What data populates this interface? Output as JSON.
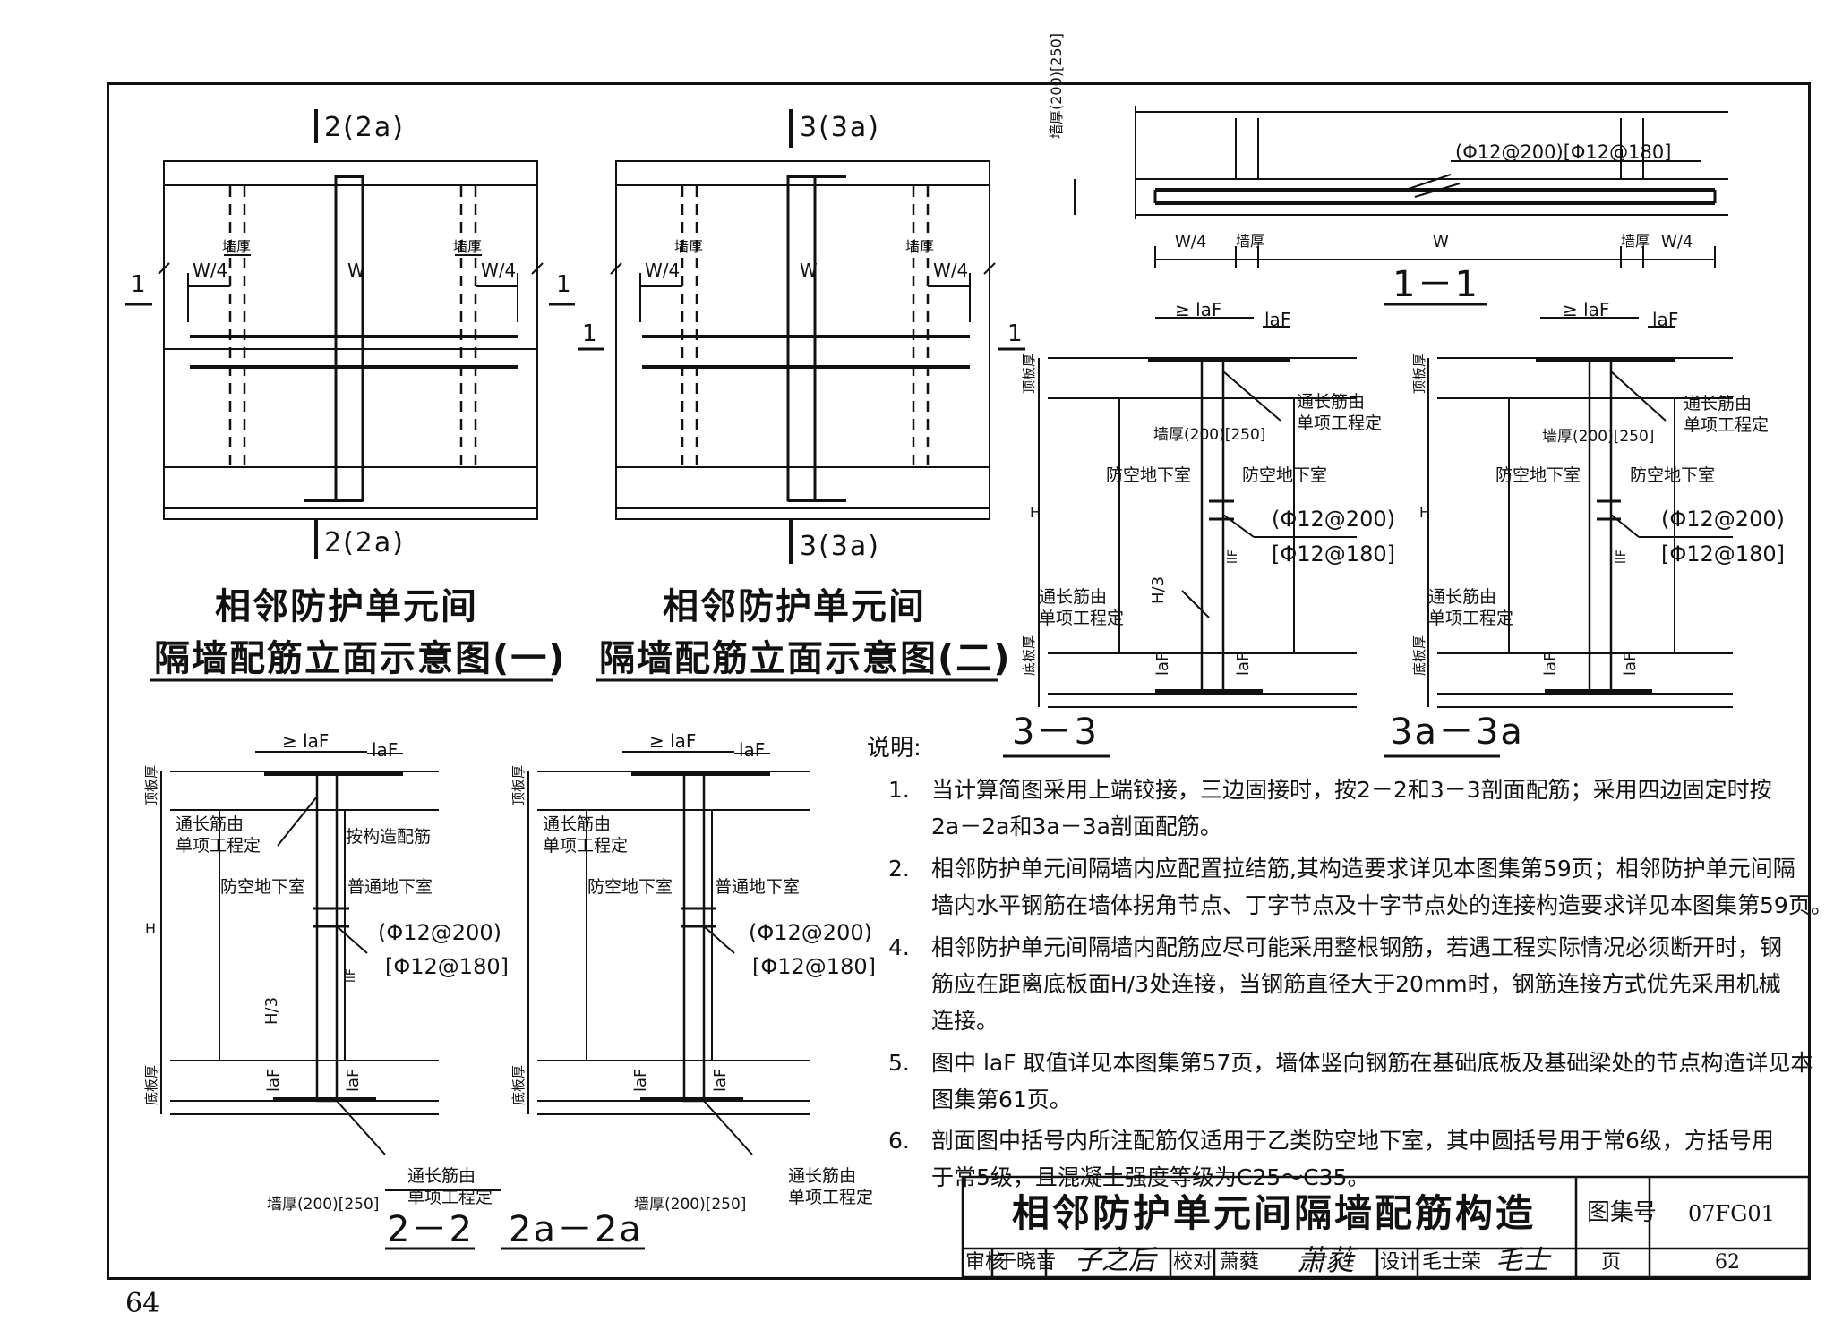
{
  "page_number": "64",
  "elevations": {
    "one": {
      "cut_top": "2(2a)",
      "cut_bottom": "2(2a)",
      "cut_side": "1",
      "dim_left": "W/4",
      "dim_mid": "W",
      "dim_right": "W/4",
      "wall": "墙厚",
      "title1": "相邻防护单元间",
      "title2": "隔墙配筋立面示意图(一)"
    },
    "two": {
      "cut_top": "3(3a)",
      "cut_bottom": "3(3a)",
      "cut_side": "1",
      "dim_left": "W/4",
      "dim_mid": "W",
      "dim_right": "W/4",
      "wall": "墙厚",
      "title1": "相邻防护单元间",
      "title2": "隔墙配筋立面示意图(二)"
    }
  },
  "section_1_1": {
    "name": "1－1",
    "rebar": "(Φ12@200)[Φ12@180]",
    "side": "墙厚(200)[250]",
    "dims": [
      "W/4",
      "墙厚",
      "W",
      "墙厚",
      "W/4"
    ]
  },
  "sections": {
    "s3": {
      "name": "3－3",
      "top": "顶板厚",
      "bottom": "底板厚",
      "h": "H",
      "h3": "H/3",
      "llf": "llF",
      "laf": "laF",
      "ge_laf": "≥ laF",
      "laf_top": "laF",
      "tongchang": "通长筋由",
      "danxiang": "单项工程定",
      "wall": "墙厚(200)[250]",
      "left_room": "防空地下室",
      "right_room": "防空地下室",
      "r1": "(Φ12@200)",
      "r2": "[Φ12@180]"
    },
    "s3a": {
      "name": "3a－3a",
      "top": "顶板厚",
      "bottom": "底板厚",
      "h": "H",
      "llf": "llF",
      "laf": "laF",
      "ge_laf": "≥ laF",
      "laf_top": "laF",
      "tongchang": "通长筋由",
      "danxiang": "单项工程定",
      "wall": "墙厚(200)[250]",
      "left_room": "防空地下室",
      "right_room": "防空地下室",
      "r1": "(Φ12@200)",
      "r2": "[Φ12@180]"
    },
    "s2": {
      "name": "2－2",
      "top": "顶板厚",
      "bottom": "底板厚",
      "h": "H",
      "h3": "H/3",
      "llf": "llF",
      "laf": "laF",
      "ge_laf": "≥ laF",
      "laf_top": "laF",
      "tongchang": "通长筋由",
      "danxiang": "单项工程定",
      "gouzao": "按构造配筋",
      "left_room": "防空地下室",
      "right_room": "普通地下室",
      "r1": "(Φ12@200)",
      "r2": "[Φ12@180]",
      "tongchang2": "通长筋由",
      "danxiang2": "单项工程定",
      "wall": "墙厚(200)[250]"
    },
    "s2a": {
      "name": "2a－2a",
      "top": "顶板厚",
      "bottom": "底板厚",
      "laf": "laF",
      "ge_laf": "≥ laF",
      "laf_top": "laF",
      "tongchang": "通长筋由",
      "danxiang": "单项工程定",
      "left_room": "防空地下室",
      "right_room": "普通地下室",
      "r1": "(Φ12@200)",
      "r2": "[Φ12@180]",
      "tongchang2": "通长筋由",
      "danxiang2": "单项工程定",
      "wall": "墙厚(200)[250]"
    }
  },
  "notes": {
    "head": "说明:",
    "items": [
      {
        "num": "1.",
        "l1": "当计算简图采用上端铰接，三边固接时，按2－2和3－3剖面配筋；采用四边固定时按",
        "l2": "2a－2a和3a－3a剖面配筋。"
      },
      {
        "num": "2.",
        "l1": "相邻防护单元间隔墙内应配置拉结筋,其构造要求详见本图集第59页；相邻防护单元间隔",
        "l2": "墙内水平钢筋在墙体拐角节点、丁字节点及十字节点处的连接构造要求详见本图集第59页。"
      },
      {
        "num": "4.",
        "l1": "相邻防护单元间隔墙内配筋应尽可能采用整根钢筋，若遇工程实际情况必须断开时，钢",
        "l2": "筋应在距离底板面H/3处连接，当钢筋直径大于20mm时，钢筋连接方式优先采用机械",
        "l3": "连接。"
      },
      {
        "num": "5.",
        "l1": "图中 laF 取值详见本图集第57页，墙体竖向钢筋在基础底板及基础梁处的节点构造详见本",
        "l2": "图集第61页。"
      },
      {
        "num": "6.",
        "l1": "剖面图中括号内所注配筋仅适用于乙类防空地下室，其中圆括号用于常6级，方括号用",
        "l2": "于常5级，且混凝土强度等级为C25～C35。"
      }
    ]
  },
  "title_block": {
    "title": "相邻防护单元间隔墙配筋构造",
    "atlas_label": "图集号",
    "atlas_no": "07FG01",
    "review_label": "审核",
    "reviewer": "于晓音",
    "reviewer_sig": "子之后",
    "check_label": "校对",
    "checker": "萧蕤",
    "checker_sig": "萧蕤",
    "design_label": "设计",
    "designer": "毛士荣",
    "designer_sig": "毛士",
    "page_label": "页",
    "page_no": "62"
  }
}
